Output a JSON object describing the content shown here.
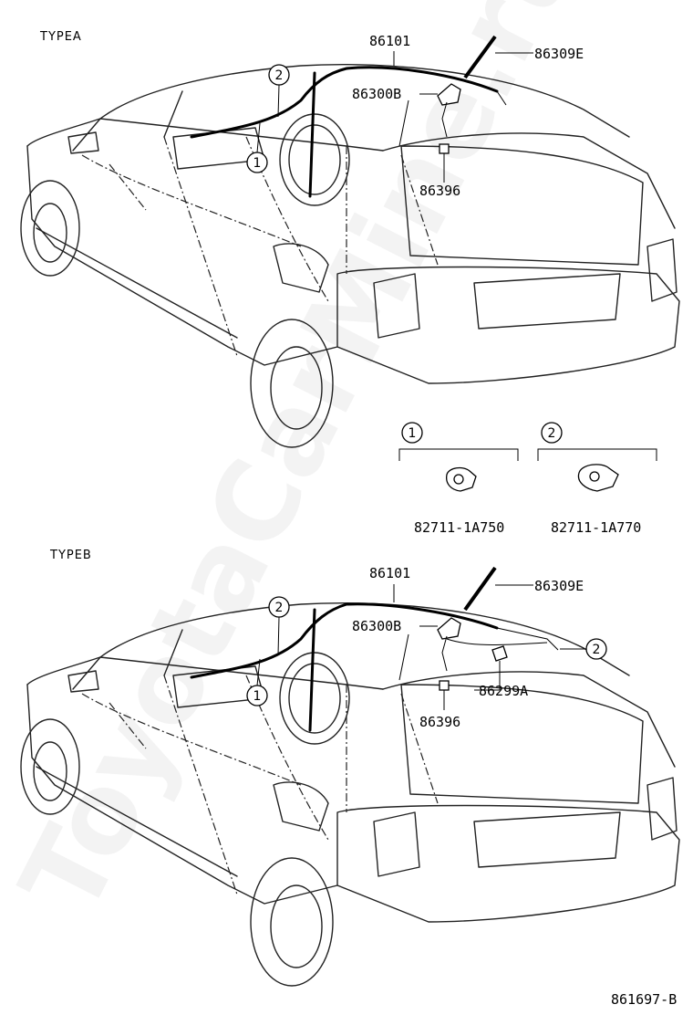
{
  "diagram": {
    "type_a": {
      "title": "TYPEA",
      "labels": {
        "p86101": "86101",
        "p86309e": "86309E",
        "p86300b": "86300B",
        "p86396": "86396"
      },
      "callouts": {
        "c1": "1",
        "c2": "2"
      },
      "details": [
        {
          "callout": "1",
          "part": "82711-1A750"
        },
        {
          "callout": "2",
          "part": "82711-1A770"
        }
      ]
    },
    "type_b": {
      "title": "TYPEB",
      "labels": {
        "p86101": "86101",
        "p86309e": "86309E",
        "p86300b": "86300B",
        "p86299a": "86299A",
        "p86396": "86396"
      },
      "callouts": {
        "c1": "1",
        "c2": "2",
        "c2_rear": "2"
      }
    },
    "figure_code": "861697-B",
    "watermark": "ToyotaCarMine.ru"
  }
}
